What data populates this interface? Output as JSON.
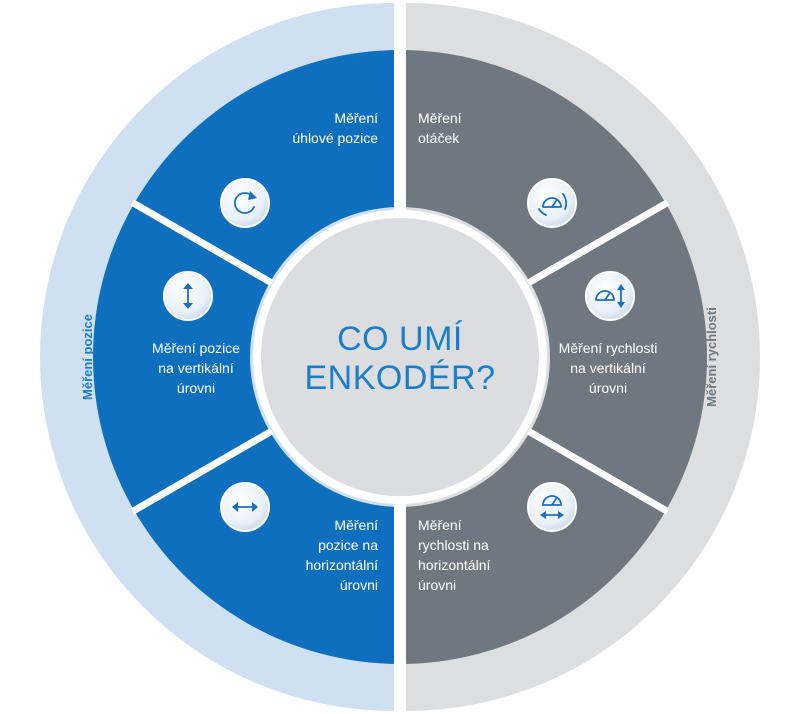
{
  "center": {
    "line1": "CO UMÍ",
    "line2": "ENKODÉR?"
  },
  "outer_ring": {
    "left_label": "Měření pozice",
    "right_label": "Měření rychlosti"
  },
  "segments": [
    {
      "id": "uhlova-pozice",
      "lines": [
        "Měření",
        "úhlové pozice"
      ],
      "icon": "rotation-icon",
      "group": "pozice"
    },
    {
      "id": "vertikalni-pozice",
      "lines": [
        "Měření pozice",
        "na vertikální",
        "úrovni"
      ],
      "icon": "vertical-arrows-icon",
      "group": "pozice"
    },
    {
      "id": "horizontalni-pozice",
      "lines": [
        "Měření",
        "pozice na",
        "horizontální",
        "úrovni"
      ],
      "icon": "horizontal-arrows-icon",
      "group": "pozice"
    },
    {
      "id": "otacky",
      "lines": [
        "Měření",
        "otáček"
      ],
      "icon": "speedometer-rotation-icon",
      "group": "rychlost"
    },
    {
      "id": "vertikalni-rychlost",
      "lines": [
        "Měření rychlosti",
        "na vertikální",
        "úrovni"
      ],
      "icon": "speedometer-vertical-icon",
      "group": "rychlost"
    },
    {
      "id": "horizontalni-rychlost",
      "lines": [
        "Měření",
        "rychlosti na",
        "horizontální",
        "úrovni"
      ],
      "icon": "speedometer-horizontal-icon",
      "group": "rychlost"
    }
  ],
  "colors": {
    "blue": "#0f6fbf",
    "gray": "#6f7880",
    "ring_left": "#cfe0f2",
    "ring_right": "#dcdedf",
    "center_fill": "#dcdde0",
    "center_text": "#1a7fc8",
    "ring_left_text": "#1a7fc8",
    "ring_right_text": "#6f7880"
  }
}
